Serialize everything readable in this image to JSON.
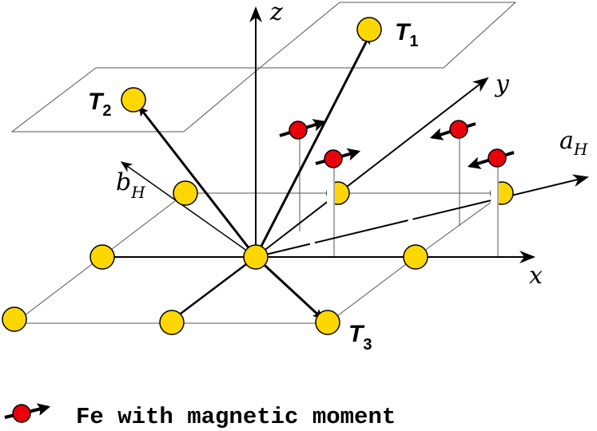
{
  "axes": {
    "z": "z",
    "y": "y",
    "x": "x",
    "a_H": {
      "main": "a",
      "sub": "H"
    },
    "b_H": {
      "main": "b",
      "sub": "H"
    }
  },
  "targets": [
    {
      "main": "T",
      "sub": "1"
    },
    {
      "main": "T",
      "sub": "2"
    },
    {
      "main": "T",
      "sub": "3"
    }
  ],
  "legend": {
    "text": "Fe with magnetic moment",
    "atom_color": "#e8000b"
  },
  "colors": {
    "yellow_atom": "#ffd700",
    "red_atom": "#e8000b",
    "line": "#000000"
  }
}
